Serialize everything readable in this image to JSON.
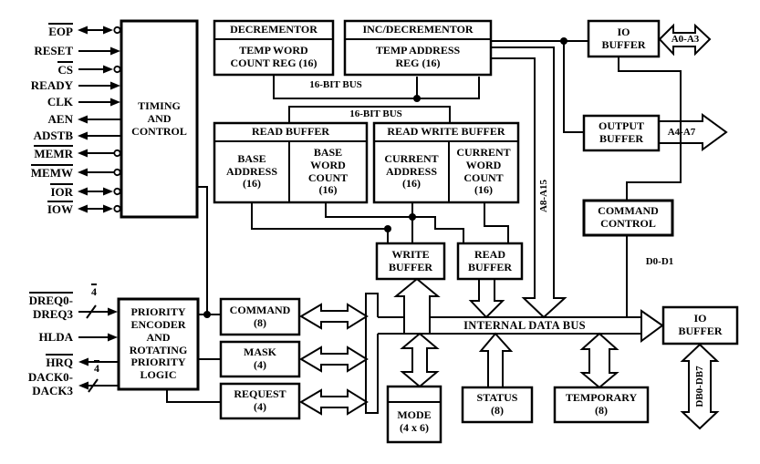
{
  "blocks": {
    "timing": "TIMING\nAND\nCONTROL",
    "decrementor": "DECREMENTOR",
    "temp_word_count_reg": "TEMP WORD\nCOUNT REG (16)",
    "inc_decrementor": "INC/DECREMENTOR",
    "temp_address_reg": "TEMP ADDRESS\nREG (16)",
    "read_buffer_file": "READ BUFFER",
    "base_address": "BASE\nADDRESS\n(16)",
    "base_word_count": "BASE\nWORD\nCOUNT\n(16)",
    "read_write_buffer": "READ WRITE BUFFER",
    "current_address": "CURRENT\nADDRESS\n(16)",
    "current_word_count": "CURRENT\nWORD\nCOUNT\n(16)",
    "write_buffer": "WRITE\nBUFFER",
    "read_buffer": "READ\nBUFFER",
    "io_buffer_top": "IO\nBUFFER",
    "output_buffer": "OUTPUT\nBUFFER",
    "command_control": "COMMAND\nCONTROL",
    "io_buffer_bottom": "IO\nBUFFER",
    "priority_logic": "PRIORITY\nENCODER\nAND\nROTATING\nPRIORITY\nLOGIC",
    "command_reg": "COMMAND\n(8)",
    "mask_reg": "MASK\n(4)",
    "request_reg": "REQUEST\n(4)",
    "mode_reg": "MODE\n(4 x 6)",
    "status_reg": "STATUS\n(8)",
    "temporary_reg": "TEMPORARY\n(8)"
  },
  "buses": {
    "bus16_upper": "16-BIT BUS",
    "bus16_lower": "16-BIT BUS",
    "internal_data_bus": "INTERNAL DATA BUS",
    "a0_a3": "A0-A3",
    "a4_a7": "A4-A7",
    "a8_a15": "A8-A15",
    "d0_d1": "D0-D1",
    "db0_db7": "DB0-DB7",
    "dreq_width": "4",
    "dack_width": "4"
  },
  "signals": {
    "eop": "EOP",
    "reset": "RESET",
    "cs": "CS",
    "ready": "READY",
    "clk": "CLK",
    "aen": "AEN",
    "adstb": "ADSTB",
    "memr": "MEMR",
    "memw": "MEMW",
    "ior": "IOR",
    "iow": "IOW",
    "dreq0": "DREQ0-",
    "dreq3": "DREQ3",
    "hlda": "HLDA",
    "hrq": "HRQ",
    "dack0": "DACK0-",
    "dack3": "DACK3"
  },
  "colors": {
    "line": "#000000",
    "background": "#ffffff"
  }
}
